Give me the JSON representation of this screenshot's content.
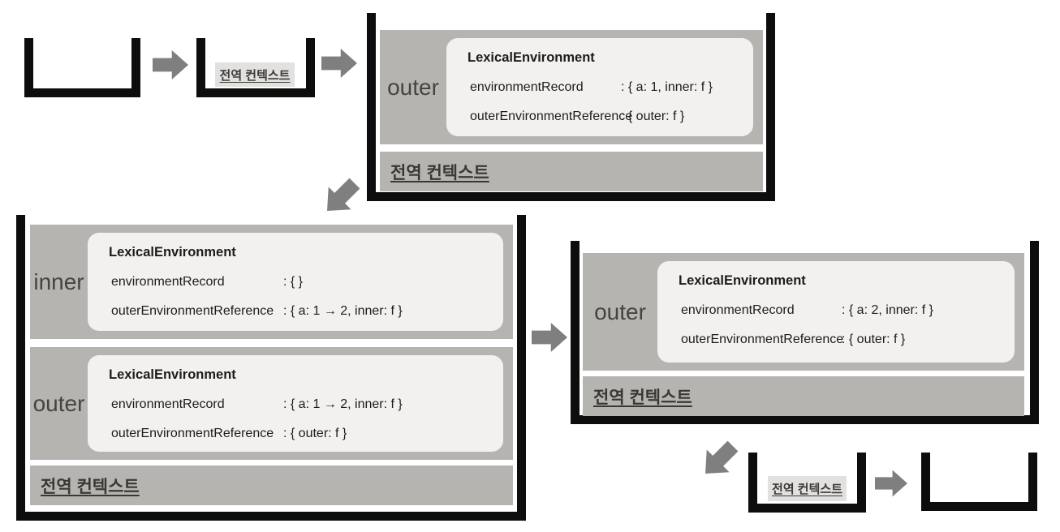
{
  "colors": {
    "stack_wall": "#0d0d0d",
    "arrow": "#7f7f7f",
    "frame_bg": "#b6b4b1",
    "env_box_bg": "#f2f1ef",
    "context_label_bg": "#e2e1df",
    "text": "#1c1c1a"
  },
  "stacks": {
    "s1": {
      "type": "empty"
    },
    "s2": {
      "context_label": "전역 컨텍스트"
    },
    "s3": {
      "frames": [
        {
          "name": "outer",
          "env_title": "LexicalEnvironment",
          "rows": [
            {
              "label": "environmentRecord",
              "value": ": { a: 1, inner: f }"
            },
            {
              "label": "outerEnvironmentReference",
              "value": ": { outer: f }"
            }
          ]
        }
      ],
      "context_bar": "전역 컨텍스트"
    },
    "s4": {
      "frames": [
        {
          "name": "inner",
          "env_title": "LexicalEnvironment",
          "rows": [
            {
              "label": "environmentRecord",
              "value": ": { }"
            },
            {
              "label": "outerEnvironmentReference",
              "value": ": { a: 1 → 2, inner: f }"
            }
          ]
        },
        {
          "name": "outer",
          "env_title": "LexicalEnvironment",
          "rows": [
            {
              "label": "environmentRecord",
              "value": ": { a: 1 → 2, inner: f }"
            },
            {
              "label": "outerEnvironmentReference",
              "value": ": { outer: f }"
            }
          ]
        }
      ],
      "context_bar": "전역 컨텍스트"
    },
    "s5": {
      "frames": [
        {
          "name": "outer",
          "env_title": "LexicalEnvironment",
          "rows": [
            {
              "label": "environmentRecord",
              "value": ": { a: 2, inner: f }"
            },
            {
              "label": "outerEnvironmentReference",
              "value": ": { outer: f }"
            }
          ]
        }
      ],
      "context_bar": "전역 컨텍스트"
    },
    "s6": {
      "context_label": "전역 컨텍스트"
    },
    "s7": {
      "type": "empty"
    }
  }
}
